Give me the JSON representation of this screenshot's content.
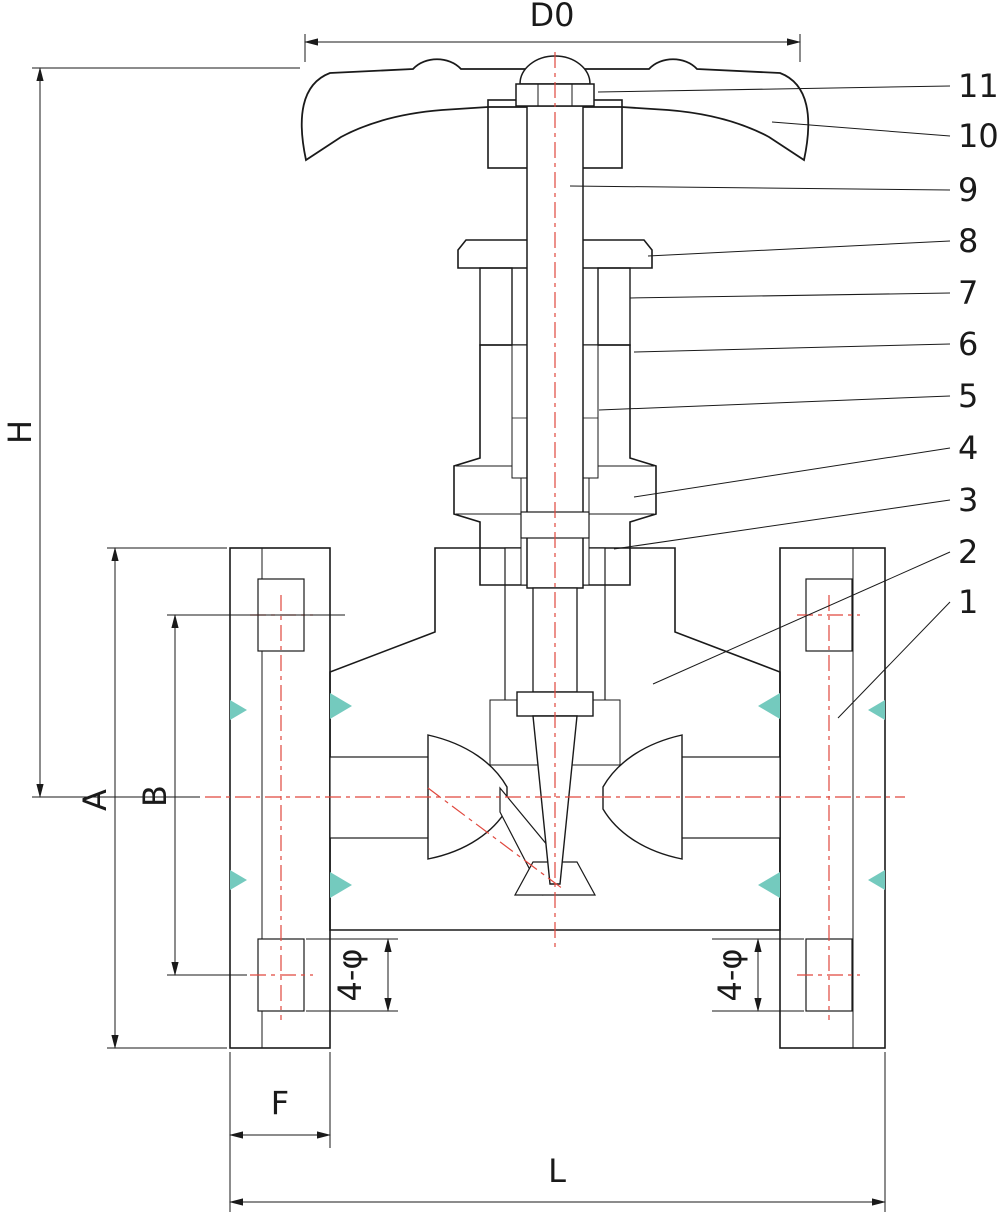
{
  "dimensions": {
    "d0": {
      "label": "D0"
    },
    "h": {
      "label": "H"
    },
    "a": {
      "label": "A"
    },
    "b": {
      "label": "B"
    },
    "f": {
      "label": "F"
    },
    "l": {
      "label": "L"
    },
    "bolt_left": {
      "label": "4-φ"
    },
    "bolt_right": {
      "label": "4-φ"
    }
  },
  "callouts": [
    {
      "label": "11"
    },
    {
      "label": "10"
    },
    {
      "label": "9"
    },
    {
      "label": "8"
    },
    {
      "label": "7"
    },
    {
      "label": "6"
    },
    {
      "label": "5"
    },
    {
      "label": "4"
    },
    {
      "label": "3"
    },
    {
      "label": "2"
    },
    {
      "label": "1"
    }
  ],
  "colors": {
    "outline": "#1a1a1a",
    "hatch": "#74cabe",
    "centerline": "#e0483e",
    "packing": "#97b3a4",
    "background": "#ffffff"
  }
}
